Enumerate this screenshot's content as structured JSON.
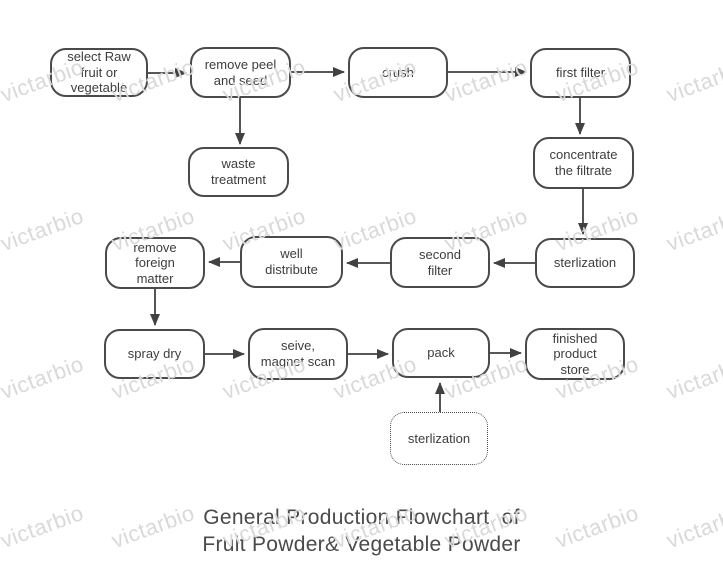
{
  "watermark": {
    "text": "victarbio",
    "color": "#d9d9d9"
  },
  "title": {
    "line1": "General Production Flowchart  of",
    "line2": "Fruit Powder& Vegetable Powder"
  },
  "nodes": [
    {
      "id": "select-raw",
      "label": "select Raw\nfruit or\nvegetable",
      "style": "solid"
    },
    {
      "id": "remove-peel",
      "label": "remove peel\nand seed",
      "style": "solid"
    },
    {
      "id": "crush",
      "label": "crush",
      "style": "solid"
    },
    {
      "id": "first-filter",
      "label": "first filter",
      "style": "solid"
    },
    {
      "id": "waste-treatment",
      "label": "waste\ntreatment",
      "style": "solid"
    },
    {
      "id": "concentrate",
      "label": "concentrate\nthe filtrate",
      "style": "solid"
    },
    {
      "id": "sterlization-1",
      "label": "sterlization",
      "style": "solid"
    },
    {
      "id": "second-filter",
      "label": "second\nfilter",
      "style": "solid"
    },
    {
      "id": "well-distribute",
      "label": "well\ndistribute",
      "style": "solid"
    },
    {
      "id": "remove-foreign",
      "label": "remove\nforeign\nmatter",
      "style": "solid"
    },
    {
      "id": "spray-dry",
      "label": "spray dry",
      "style": "solid"
    },
    {
      "id": "seive-magnet",
      "label": "seive,\nmagnet scan",
      "style": "solid"
    },
    {
      "id": "pack",
      "label": "pack",
      "style": "solid"
    },
    {
      "id": "finished-store",
      "label": "finished\nproduct\nstore",
      "style": "solid"
    },
    {
      "id": "sterlization-2",
      "label": "sterlization",
      "style": "dotted"
    }
  ],
  "edges": [
    {
      "from": "select-raw",
      "to": "remove-peel"
    },
    {
      "from": "remove-peel",
      "to": "crush"
    },
    {
      "from": "crush",
      "to": "first-filter"
    },
    {
      "from": "remove-peel",
      "to": "waste-treatment"
    },
    {
      "from": "first-filter",
      "to": "concentrate"
    },
    {
      "from": "concentrate",
      "to": "sterlization-1"
    },
    {
      "from": "sterlization-1",
      "to": "second-filter"
    },
    {
      "from": "second-filter",
      "to": "well-distribute"
    },
    {
      "from": "well-distribute",
      "to": "remove-foreign"
    },
    {
      "from": "remove-foreign",
      "to": "spray-dry"
    },
    {
      "from": "spray-dry",
      "to": "seive-magnet"
    },
    {
      "from": "seive-magnet",
      "to": "pack"
    },
    {
      "from": "pack",
      "to": "finished-store"
    },
    {
      "from": "sterlization-2",
      "to": "pack"
    }
  ]
}
